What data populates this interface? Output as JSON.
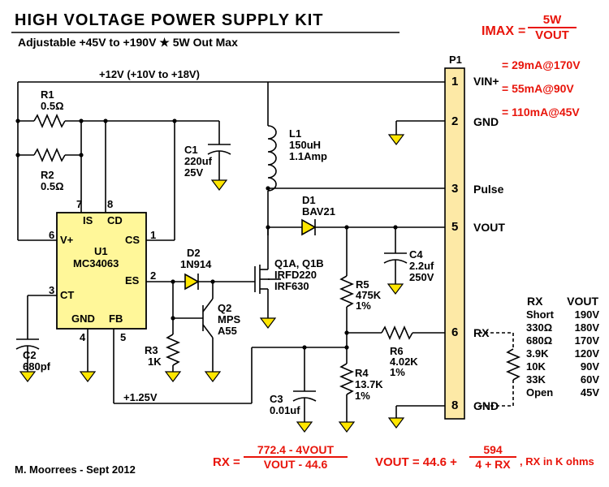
{
  "title": "HIGH VOLTAGE POWER SUPPLY KIT",
  "subtitle": "Adjustable  +45V  to  +190V   ★  5W Out Max",
  "supply_rail": "+12V (+10V to +18V)",
  "fb_rail": "+1.25V",
  "author": "M. Moorrees - Sept 2012",
  "connector": {
    "name": "P1",
    "pins": [
      {
        "num": "1",
        "label": "VIN+"
      },
      {
        "num": "2",
        "label": "GND"
      },
      {
        "num": "3",
        "label": "Pulse"
      },
      {
        "num": "5",
        "label": "VOUT"
      },
      {
        "num": "6",
        "label": "RX"
      },
      {
        "num": "8",
        "label": "GND"
      }
    ]
  },
  "components": {
    "r1": {
      "ref": "R1",
      "value": "0.5Ω"
    },
    "r2": {
      "ref": "R2",
      "value": "0.5Ω"
    },
    "c1": {
      "ref": "C1",
      "value1": "220uf",
      "value2": "25V"
    },
    "l1": {
      "ref": "L1",
      "value1": "150uH",
      "value2": "1.1Amp"
    },
    "d1": {
      "ref": "D1",
      "value": "BAV21"
    },
    "d2": {
      "ref": "D2",
      "value": "1N914"
    },
    "u1": {
      "ref": "U1",
      "value": "MC34063"
    },
    "q1": {
      "ref": "Q1A, Q1B",
      "value1": "IRFD220",
      "value2": "IRF630"
    },
    "q2": {
      "ref": "Q2",
      "value1": "MPS",
      "value2": "A55"
    },
    "c2": {
      "ref": "C2",
      "value": "680pf"
    },
    "c3": {
      "ref": "C3",
      "value": "0.01uf"
    },
    "c4": {
      "ref": "C4",
      "value1": "2.2uf",
      "value2": "250V"
    },
    "r3": {
      "ref": "R3",
      "value": "1K"
    },
    "r4": {
      "ref": "R4",
      "value1": "13.7K",
      "value2": "1%"
    },
    "r5": {
      "ref": "R5",
      "value1": "475K",
      "value2": "1%"
    },
    "r6": {
      "ref": "R6",
      "value1": "4.02K",
      "value2": "1%"
    }
  },
  "ic_pins": {
    "is": "IS",
    "cd": "CD",
    "cs": "CS",
    "vplus": "V+",
    "ct": "CT",
    "es": "ES",
    "gnd": "GND",
    "fb": "FB",
    "p1": "1",
    "p2": "2",
    "p3": "3",
    "p4": "4",
    "p5": "5",
    "p6": "6",
    "p7": "7",
    "p8": "8"
  },
  "imax": {
    "lhs": "IMAX",
    "num": "5W",
    "den": "VOUT",
    "lines": [
      "= 29mA@170V",
      "= 55mA@90V",
      "= 110mA@45V"
    ]
  },
  "rx_table": {
    "headers": [
      "RX",
      "VOUT"
    ],
    "rows": [
      [
        "Short",
        "190V"
      ],
      [
        "330Ω",
        "180V"
      ],
      [
        "680Ω",
        "170V"
      ],
      [
        "3.9K",
        "120V"
      ],
      [
        "10K",
        "90V"
      ],
      [
        "33K",
        "60V"
      ],
      [
        "Open",
        "45V"
      ]
    ]
  },
  "formula_rx": {
    "lhs": "RX =",
    "num": "772.4 - 4VOUT",
    "den": "VOUT - 44.6"
  },
  "formula_vout": {
    "lhs": "VOUT = 44.6 +",
    "num": "594",
    "den": "4 + RX",
    "tail": ", RX in K ohms"
  },
  "colors": {
    "ink": "#000000",
    "ic_fill": "#fff799",
    "connector_fill": "#fde9a6",
    "formula_red": "#e8140a",
    "ground_fill": "#ffe600"
  }
}
